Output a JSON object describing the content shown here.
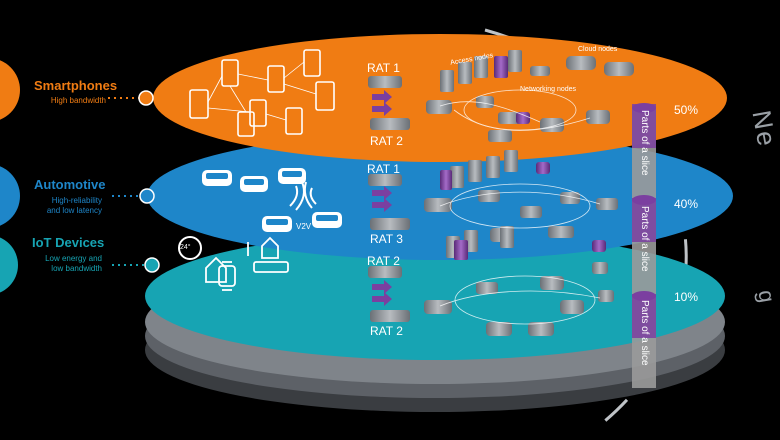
{
  "categories": [
    {
      "title": "Smartphones",
      "subtitle": [
        "High bandwidth"
      ],
      "color": "#f07c13"
    },
    {
      "title": "Automotive",
      "subtitle": [
        "High-reliability",
        "and low latency"
      ],
      "color": "#1e86c9"
    },
    {
      "title": "IoT Devices",
      "subtitle": [
        "Low energy and",
        "low bandwidth"
      ],
      "color": "#17a4b3"
    }
  ],
  "layers": [
    {
      "rat_top": "RAT 1",
      "rat_bottom": "RAT 2",
      "percent": "50%",
      "color": "#f07c13"
    },
    {
      "rat_top": "RAT 1",
      "rat_bottom": "RAT 3",
      "percent": "40%",
      "color": "#1e86c9"
    },
    {
      "rat_top": "RAT 2",
      "rat_bottom": "RAT 2",
      "percent": "10%",
      "color": "#17a4b3"
    }
  ],
  "labels": {
    "access_nodes": "Access nodes",
    "cloud_nodes": "Cloud nodes",
    "networking_nodes": "Networking nodes",
    "v2v": "V2V",
    "slice": "Parts of a slice",
    "gauge": "24°"
  },
  "side_text": {
    "ne": "Ne",
    "g": "g"
  },
  "icons": [
    "smartphone-icon",
    "car-icon",
    "thermostat-icon",
    "smartwatch-icon",
    "router-icon",
    "smart-home-icon",
    "server-node-icon"
  ],
  "colors": {
    "accent_purple": "#7b3fa0",
    "node_gray": "#8f959b",
    "ring_gray": "#bfc3c7"
  }
}
